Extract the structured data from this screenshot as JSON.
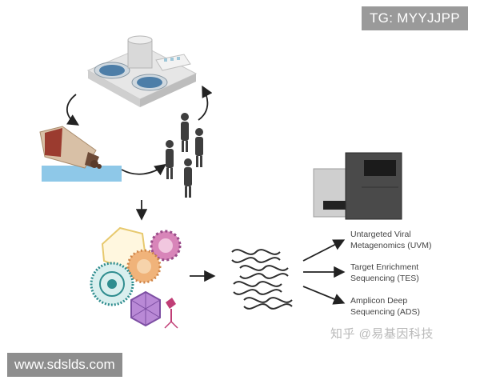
{
  "overlays": {
    "top_right_tag": "TG: MYYJJPP",
    "bottom_left_url": "www.sdslds.com"
  },
  "outputs": [
    {
      "line1": "Untargeted Viral",
      "line2": "Metagenomics (UVM)"
    },
    {
      "line1": "Target Enrichment",
      "line2": "Sequencing (TES)"
    },
    {
      "line1": "Amplicon Deep",
      "line2": "Sequencing (ADS)"
    }
  ],
  "watermark": "知乎 @易基因科技",
  "icons": [
    "wastewater-treatment-plant-icon",
    "sample-collection-icon",
    "people-icon",
    "virus-cluster-icon",
    "dna-strands-icon",
    "sequencer-icon"
  ]
}
